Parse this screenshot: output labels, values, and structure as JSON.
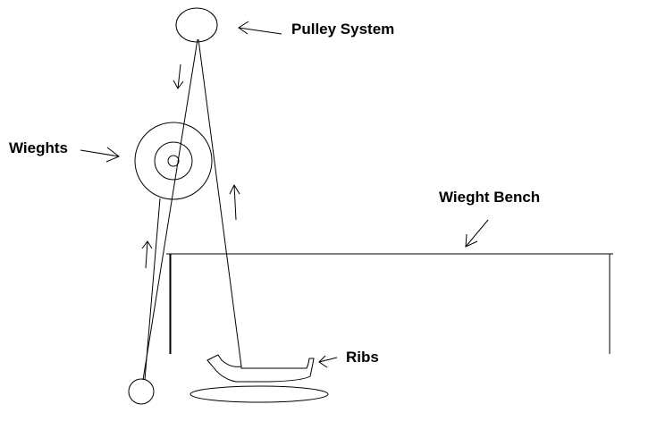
{
  "labels": {
    "pulley": "Pulley System",
    "weights": "Wieghts",
    "bench": "Wieght Bench",
    "ribs": "Ribs"
  },
  "colors": {
    "background": "#ffffff",
    "ink": "#000000"
  }
}
